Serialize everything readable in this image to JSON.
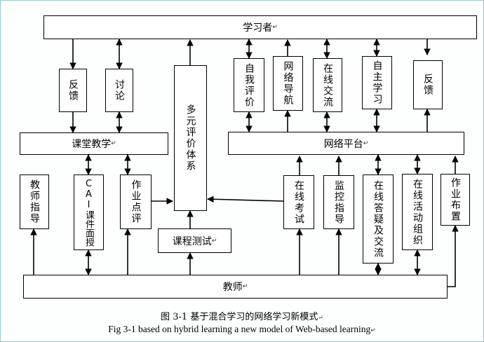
{
  "nodes": {
    "learner": "学习者",
    "classroom": "课堂教学",
    "platform": "网络平台",
    "teacher": "教师",
    "feedback_left": "反馈",
    "discussion": "讨论",
    "eval_system": "多元评价体系",
    "self_eval": "自我评价",
    "nav": "网络导航",
    "online_exchange": "在线交流",
    "autonomous": "自主学习",
    "feedback_right": "反馈",
    "teacher_guide": "教师指导",
    "cai": "CAI课件面授",
    "hw_review": "作业点评",
    "course_test": "课程测试",
    "online_exam": "在线考试",
    "monitor": "监控指导",
    "qa": "在线答疑及交流",
    "activity": "在线活动组织",
    "homework": "作业布置"
  },
  "paragraph_mark": "↵",
  "caption_cn": "图 3-1  基于混合学习的网络学习新模式",
  "caption_en": "Fig 3-1 based on hybrid learning a new model of Web-based learning"
}
